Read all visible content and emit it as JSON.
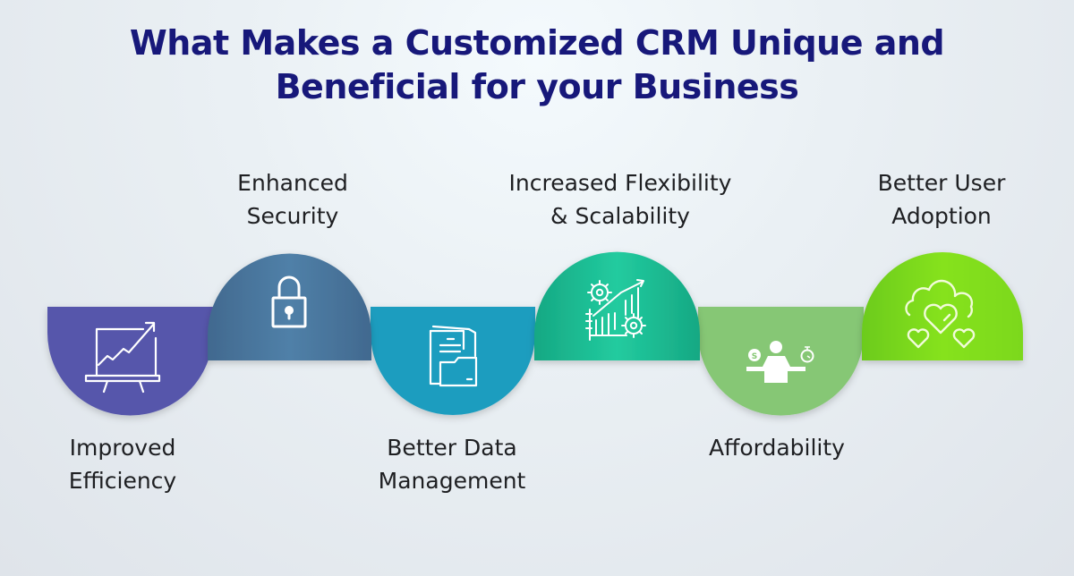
{
  "title": "What Makes a Customized  CRM Unique and\nBeneficial for your Business",
  "colors": {
    "title": "#17187a",
    "text": "#1e1f22",
    "steps": [
      "#5657ab",
      "#4c7aa3",
      "#1f9dbf",
      "#1fc498",
      "#86c774",
      "#7fdc1e"
    ]
  },
  "steps": [
    {
      "label": "Improved\nEfficiency",
      "icon": "presentation-chart-icon",
      "position": "bottom"
    },
    {
      "label": "Enhanced\nSecurity",
      "icon": "padlock-icon",
      "position": "top"
    },
    {
      "label": "Better Data\nManagement",
      "icon": "document-folder-icon",
      "position": "bottom"
    },
    {
      "label": "Increased Flexibility\n& Scalability",
      "icon": "gears-growth-chart-icon",
      "position": "top"
    },
    {
      "label": "Affordability",
      "icon": "person-balance-money-time-icon",
      "position": "bottom"
    },
    {
      "label": "Better User\nAdoption",
      "icon": "cloud-hearts-icon",
      "position": "top"
    }
  ]
}
